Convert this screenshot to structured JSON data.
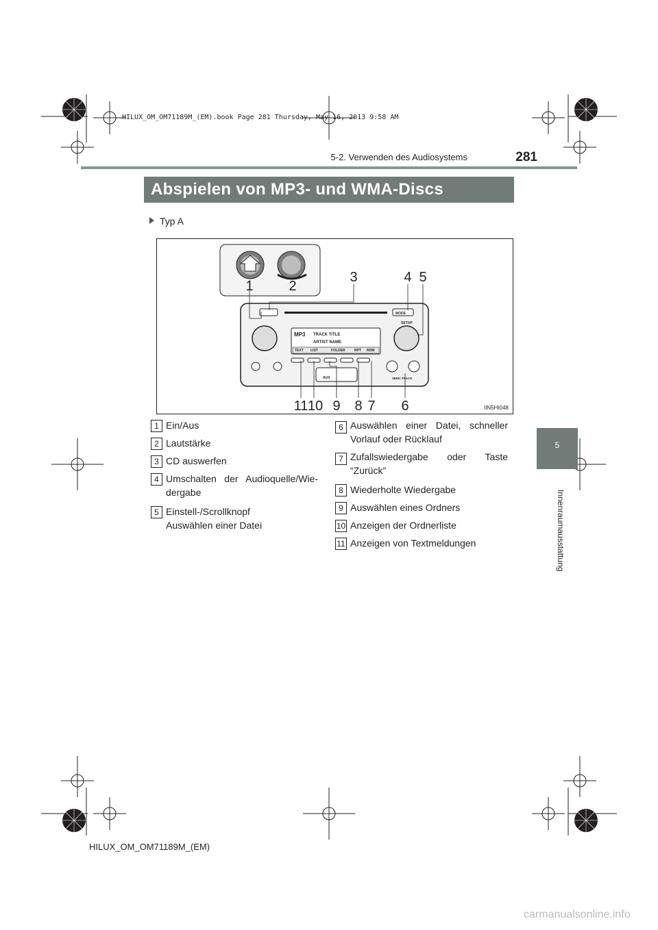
{
  "print_stamp": "HILUX_OM_OM71189M_(EM).book  Page 281  Thursday, May 16, 2013  9:58 AM",
  "header": {
    "page_number": "281",
    "section_title": "5-2. Verwenden des Audiosystems"
  },
  "banner_title": "Abspielen von MP3- und WMA-Discs",
  "chapter_tab": {
    "number": "5",
    "label": "Innenraumausstattung"
  },
  "subsection": "Typ A",
  "figure": {
    "code": "IIN5HI048",
    "callouts": [
      "1",
      "2",
      "3",
      "4",
      "5",
      "6",
      "7",
      "8",
      "9",
      "10",
      "11"
    ],
    "radio": {
      "display_format": "MP3",
      "track_title": "TRACK TITLE",
      "artist_name": "ARTIST NAME",
      "soft_buttons": [
        "TEXT",
        "LIST",
        "FOLDER",
        "RPT",
        "RDM"
      ],
      "mode_label": "MODE",
      "setup_label": "SETUP",
      "seek_label": "SEEK·TRACK",
      "aux_label": "AUX"
    }
  },
  "legend": [
    {
      "num": "1",
      "text": "Ein/Aus"
    },
    {
      "num": "2",
      "text": "Lautstärke"
    },
    {
      "num": "3",
      "text": "CD auswerfen"
    },
    {
      "num": "4",
      "text": "Umschalten der Audioquelle/Wie-dergabe"
    },
    {
      "num": "5",
      "text": "Einstell-/Scrollknopf Auswählen einer Datei"
    },
    {
      "num": "6",
      "text": "Auswählen einer Datei, schneller Vorlauf oder Rücklauf"
    },
    {
      "num": "7",
      "text": "Zufallswiedergabe oder Taste “Zurück”"
    },
    {
      "num": "8",
      "text": "Wiederholte Wiedergabe"
    },
    {
      "num": "9",
      "text": "Auswählen eines Ordners"
    },
    {
      "num": "10",
      "text": "Anzeigen der Ordnerliste"
    },
    {
      "num": "11",
      "text": "Anzeigen von Textmeldungen"
    }
  ],
  "footer": "HILUX_OM_OM71189M_(EM)",
  "watermark": "carmanualsonline.info"
}
